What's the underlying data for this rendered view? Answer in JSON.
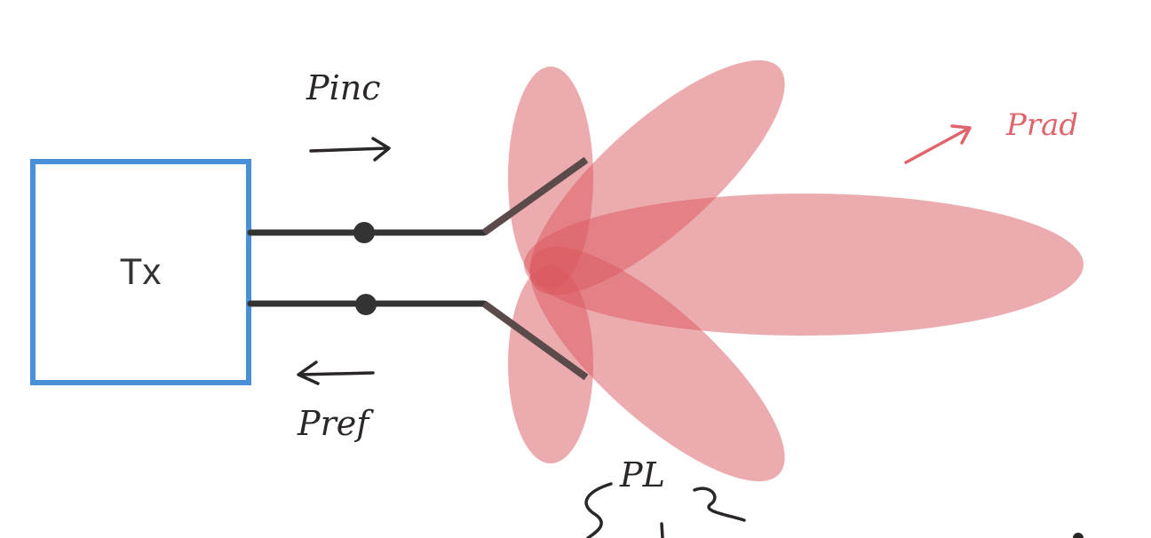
{
  "transmitter": {
    "label": "Tx",
    "border_color": "#4a90d9"
  },
  "labels": {
    "incident": "Pinc",
    "reflected": "Pref",
    "radiated": "Prad",
    "loss": "PL"
  },
  "colors": {
    "line": "#333333",
    "dipole_arm": "#5b4a4a",
    "lobe": "#d9575d",
    "radiated_arrow": "#e0646c",
    "handwriting": "#2b2727"
  },
  "icons": {
    "incident_arrow": "arrow-right-icon",
    "reflected_arrow": "arrow-left-icon",
    "radiated_arrow": "arrow-up-right-icon"
  }
}
